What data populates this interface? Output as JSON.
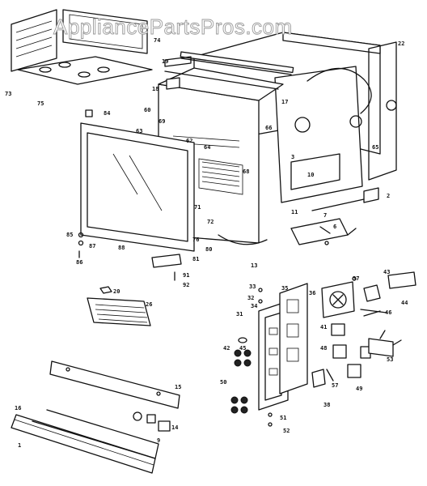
{
  "watermark": "AppliancePartsPros.com",
  "part_labels": {
    "p73": "73",
    "p74": "74",
    "p75": "75",
    "p84": "84",
    "p22": "22",
    "p19": "19",
    "p17": "17",
    "p18": "18",
    "p60": "60",
    "p69": "69",
    "p63": "63",
    "p62": "62",
    "p64": "64",
    "p65": "65",
    "p66": "66",
    "p68": "68",
    "p71": "71",
    "p72": "72",
    "p2": "2",
    "p10": "10",
    "p11": "11",
    "p3": "3",
    "p6": "6",
    "p7": "7",
    "p85": "85",
    "p87": "87",
    "p86": "86",
    "p88": "88",
    "p81": "81",
    "p80": "80",
    "p91": "91",
    "p92": "92",
    "p76": "76",
    "p13": "13",
    "p20": "20",
    "p26": "26",
    "p33": "33",
    "p35": "35",
    "p32": "32",
    "p34": "34",
    "p31": "31",
    "p38": "38",
    "p42": "42",
    "p45": "45",
    "p50": "50",
    "p51": "51",
    "p52": "52",
    "p36": "36",
    "p37": "37",
    "p43": "43",
    "p44": "44",
    "p41": "41",
    "p46": "46",
    "p48": "48",
    "p49": "49",
    "p53": "53",
    "p57": "57",
    "p15": "15",
    "p16": "16",
    "p14": "14",
    "p1": "1",
    "p9": "9"
  }
}
